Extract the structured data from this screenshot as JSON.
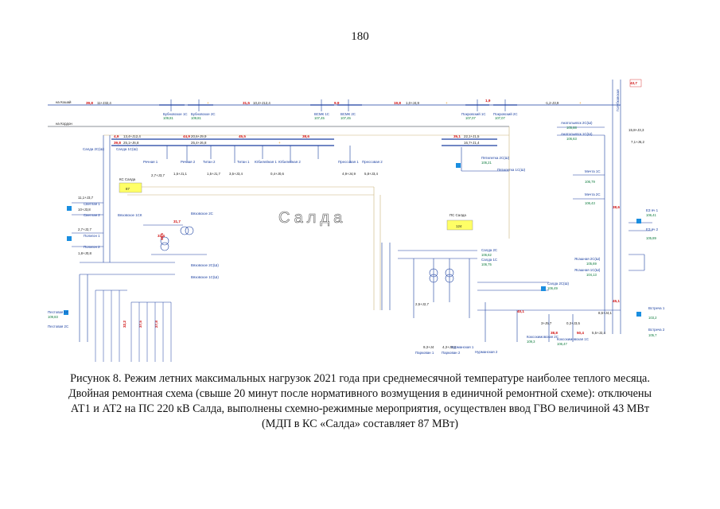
{
  "page": {
    "number": "180"
  },
  "diagram": {
    "watermark": "Салда",
    "kc_label": "КС Салда",
    "kc_value": "87",
    "ps_label": "ПС Салда",
    "ps_value": "124",
    "line_labels": [
      "на Кошай",
      "на Кордон"
    ],
    "substations": [
      "Бубновское 1С",
      "Бубновское 2С",
      "ВСМК 1С",
      "ВСМК 2С",
      "Покровский 1С",
      "Покровский 2С",
      "Салда 2С(Ш)",
      "Салда 1С(Ш)",
      "Речная 1",
      "Речная 2",
      "Титан 1",
      "Титан 2",
      "Юбилейная 1",
      "Юбилейная 2",
      "Прессовая 1",
      "Прессовая 2",
      "Вязовское 1СК",
      "Вязовское 2С",
      "Вязовское 2С(Ш)",
      "Вязовское 1С(Ш)",
      "Светлая 1",
      "Светлая 2",
      "Полигон 1",
      "Полигон 2",
      "Пестовая 1С",
      "Пестовая 2С",
      "Салда 2С",
      "Салда 1С",
      "Салда 2С(Ш)",
      "Пятилетка 2С(Ш)",
      "Пятилетка 1С(Ш)",
      "Анатольевск 2С(Ш)",
      "Анатольевск 1С(Ш)",
      "Мечта 1С",
      "Мечта 2С",
      "ЕЗ яч 1",
      "ЕЗ яч 2",
      "Ясашная 2С(Ш)",
      "Ясашная 1С(Ш)",
      "Встреча 1",
      "Встреча 2",
      "Коксохимовская 2С",
      "Коксохимовская 1С",
      "Нурманская 1",
      "Нурманская 2",
      "Паркован 1",
      "Паркован 2",
      "Голубковская"
    ],
    "red_values": [
      "39,8",
      "31,5",
      "9,9",
      "19,8",
      "1,9",
      "4,9",
      "39,8",
      "44,9",
      "45,5",
      "38,6",
      "35,1",
      "31,7",
      "33,4",
      "32,2",
      "37,5",
      "27,8",
      "48,6",
      "43,7",
      "40,1",
      "38,8",
      "50,4",
      "38,6",
      "45,1"
    ],
    "flow_values": [
      "11+J32,4",
      "10,4+J12,4",
      "1,0+J4,9",
      "-1,2-J3,9",
      "13,4+J12,4",
      "25,1+J6,8",
      "20,6+J9,9",
      "25,4+J6,8",
      "22,1+J1,5",
      "16,7+J1,4",
      "2,7+J3,7",
      "1,5+J1,1",
      "1,5+J1,7",
      "3,5+J3,4",
      "0,4+J0,6",
      "4,9+J4,9",
      "5,8+J3,4",
      "11,1+J3,7",
      "10+J3,8",
      "2,7+J2,7",
      "1,8+J0,8",
      "15,8+J3,3",
      "7,1+J6,2",
      "8,5+J4,1",
      "2,5+J2,7",
      "9,3+J4",
      "4,3+J3,2",
      "3+J5,7",
      "0,3+J3,5",
      "5,5+J2,4"
    ],
    "voltage_values": [
      "109,81",
      "109,81",
      "107,45",
      "107,45",
      "107,07",
      "107,07",
      "109,83",
      "106,62",
      "106,75",
      "106,49",
      "106,21",
      "105,88",
      "106,63",
      "106,79",
      "106,43",
      "106,41",
      "105,89",
      "105,69",
      "104,13",
      "103,2",
      "105,7",
      "109,3",
      "106,47",
      "105,71",
      "109,9"
    ]
  },
  "caption": [
    "Рисунок 8. Режим летних максимальных нагрузок 2021 года при среднемесячной температуре наиболее теплого месяца.",
    "Двойная ремонтная схема (свыше 20 минут после нормативного возмущения в единичной ремонтной схеме): отключены",
    "АТ1 и АТ2 на ПС 220 кВ Салда, выполнены схемно-режимные мероприятия, осуществлен ввод ГВО величиной 43 МВт",
    "(МДП в КС «Салда» составляет 87 МВт)"
  ]
}
